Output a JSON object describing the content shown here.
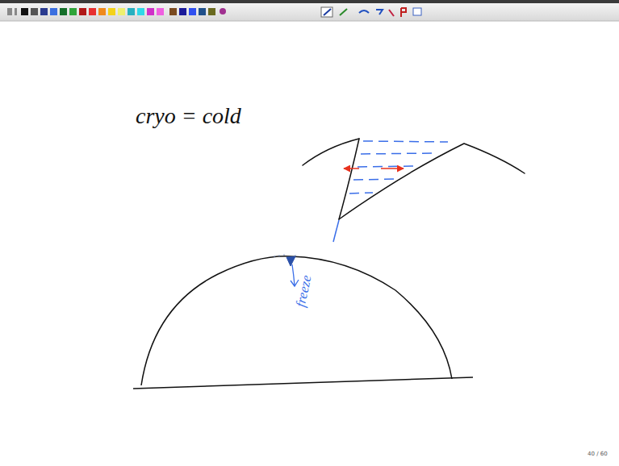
{
  "diagram": {
    "labels": [
      "cryo = cold",
      "freeze",
      "40 / 60"
    ]
  }
}
